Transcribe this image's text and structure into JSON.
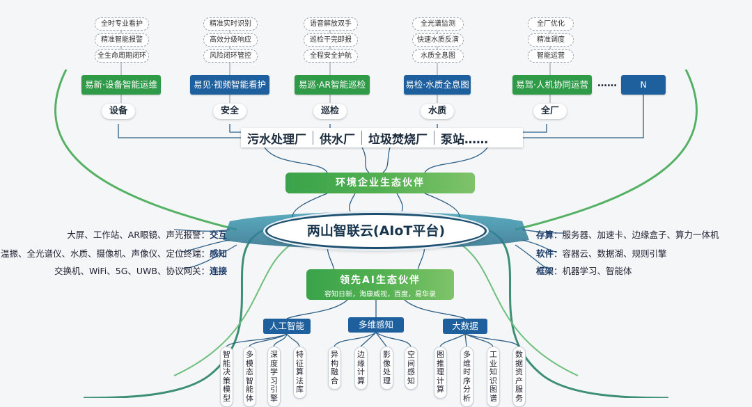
{
  "top_columns": [
    {
      "features": [
        "全时专业看护",
        "精准智能报警",
        "全生命周期闭环"
      ],
      "product": "易新·设备智能运维",
      "category": "设备"
    },
    {
      "features": [
        "精准实时识别",
        "高效分级响应",
        "风险闭环管控"
      ],
      "product": "易见·视频智能看护",
      "category": "安全"
    },
    {
      "features": [
        "语音解放双手",
        "巡检干完即报",
        "全程安全护航"
      ],
      "product": "易巡·AR智能巡检",
      "category": "巡检"
    },
    {
      "features": [
        "全光谱监测",
        "快速水质反演",
        "水质全息图"
      ],
      "product": "易检·水质全息图",
      "category": "水质"
    },
    {
      "features": [
        "全厂优化",
        "精准调度",
        "智能运营"
      ],
      "product": "易驾·人机协同运营",
      "category": "全厂"
    }
  ],
  "extra_dots": "……",
  "extra_product": "N",
  "plants": [
    "污水处理厂",
    "供水厂",
    "垃圾焚烧厂",
    "泵站……"
  ],
  "eco_partner": "环境企业生态伙伴",
  "platform": "两山智联云(AIoT平台)",
  "left_lines": [
    {
      "text": "大屏、工作站、AR眼镜、声光报警：",
      "key": "交互"
    },
    {
      "text": "温振、全光谱仪、水质、摄像机、声像仪、定位终端：",
      "key": "感知"
    },
    {
      "text": "交换机、WiFi、5G、UWB、协议网关：",
      "key": "连接"
    }
  ],
  "right_lines": [
    {
      "key": "存算",
      "text": "：服务器、加速卡、边缘盒子、算力一体机"
    },
    {
      "key": "软件",
      "text": "：容器云、数据湖、规则引擎"
    },
    {
      "key": "框架",
      "text": "：机器学习、智能体"
    }
  ],
  "ai_partner": {
    "title": "领先AI生态伙伴",
    "subtitle": "容知日新，海康威视，百度，易华录"
  },
  "groups": [
    {
      "label": "人工智能",
      "leaves": [
        "智能决策模型",
        "多模态智能体",
        "深度学习引擎",
        "特征算法库"
      ]
    },
    {
      "label": "多维感知",
      "leaves": [
        "异构融合",
        "边缘计算",
        "影像处理",
        "空间感知"
      ]
    },
    {
      "label": "大数据",
      "leaves": [
        "图推理计算",
        "多维时序分析",
        "工业知识图谱",
        "数据资产服务"
      ]
    }
  ],
  "colors": {
    "green": "#2f9a47",
    "blue": "#1e5f9e",
    "navy": "#17344d"
  }
}
